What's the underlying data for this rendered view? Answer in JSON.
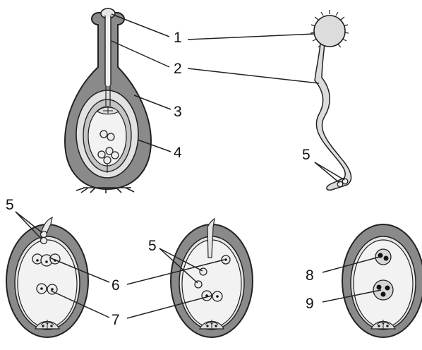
{
  "labels": {
    "n1": "1",
    "n2": "2",
    "n3": "3",
    "n4": "4",
    "n5_tube": "5",
    "n5_ovule_a": "5",
    "n5_ovule_b": "5",
    "n6": "6",
    "n7": "7",
    "n8": "8",
    "n9": "9"
  }
}
